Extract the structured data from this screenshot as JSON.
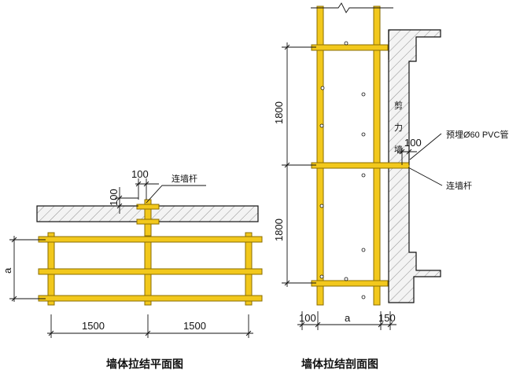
{
  "plan_view": {
    "caption": "墙体拉结平面图",
    "tie_label": "连墙杆",
    "dim_offset_top": "100",
    "dim_offset_side": "100",
    "dim_spacing_left": "1500",
    "dim_spacing_right": "1500",
    "dim_row_spacing": "a"
  },
  "section_view": {
    "caption": "墙体拉结剖面图",
    "dim_height_upper": "1800",
    "dim_height_lower": "1800",
    "wall_label": [
      "剪",
      "力",
      "墙"
    ],
    "pipe_label": "预埋Ø60 PVC管",
    "dim_gap": "100",
    "tie_label": "连墙杆",
    "dim_bottom_left": "100",
    "dim_bottom_mid": "a",
    "dim_bottom_right": "150"
  },
  "colors": {
    "pipe": "#f2c81c",
    "pipe_edge": "#8a6d00",
    "line": "#111111",
    "concrete": "#efefef"
  }
}
